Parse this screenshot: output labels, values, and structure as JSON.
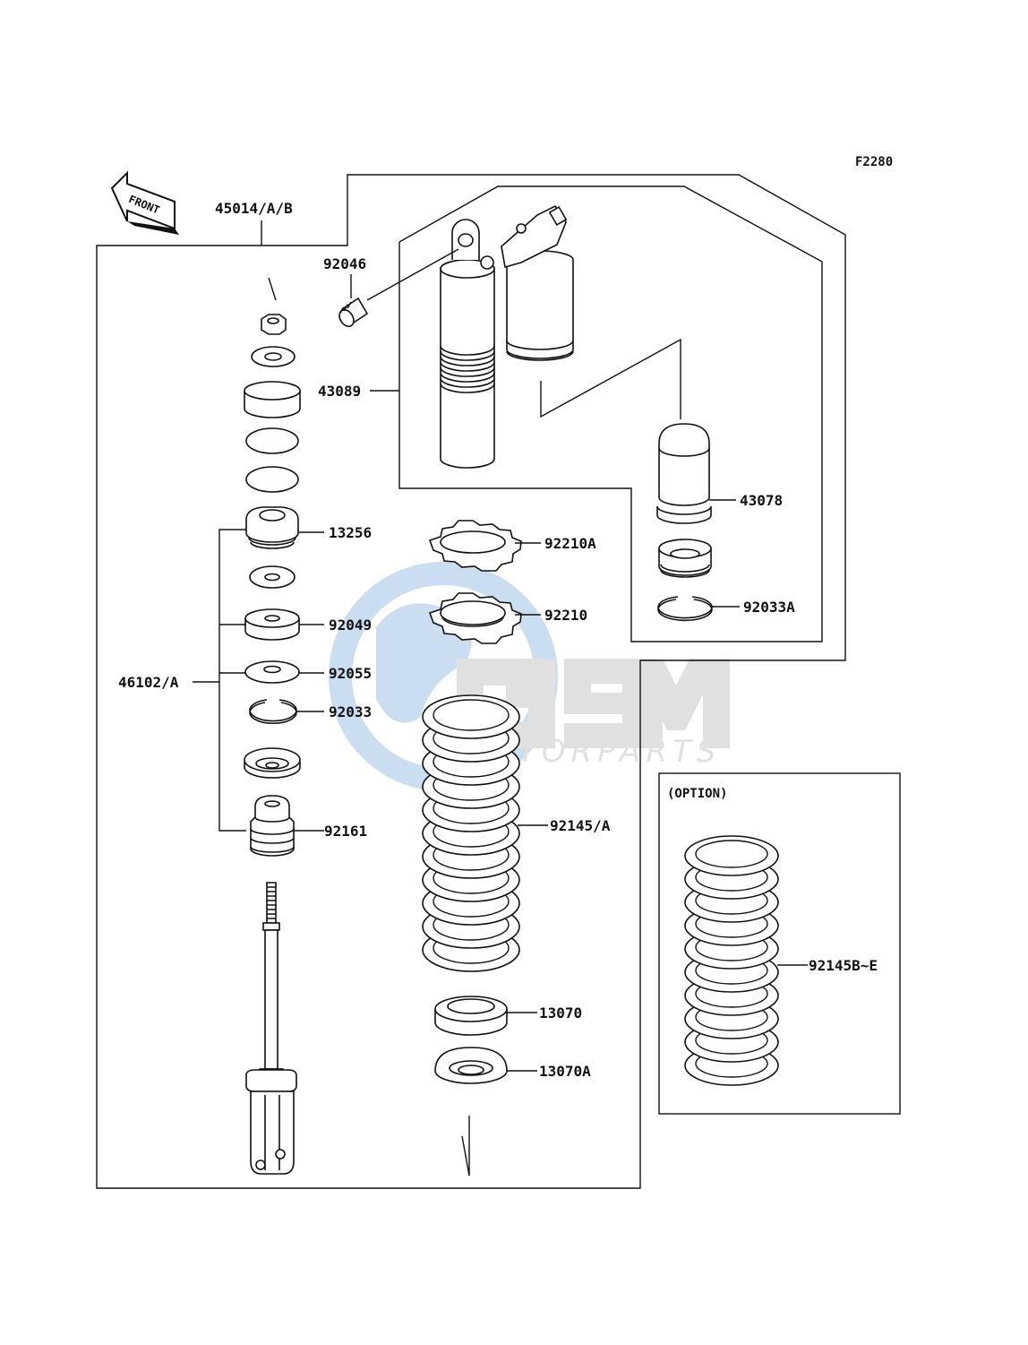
{
  "figure_code": "F2280",
  "front_label": "FRONT",
  "option_label": "(OPTION)",
  "watermark": {
    "brand": "GSM",
    "sub": "MOTORPARTS"
  },
  "parts": {
    "p45014": "45014/A/B",
    "p92046": "92046",
    "p43089": "43089",
    "p43078": "43078",
    "p92033A": "92033A",
    "p13256": "13256",
    "p92210A": "92210A",
    "p92210": "92210",
    "p92049": "92049",
    "p46102": "46102/A",
    "p92055": "92055",
    "p92033": "92033",
    "p92161": "92161",
    "p92145": "92145/A",
    "p13070": "13070",
    "p13070A": "13070A",
    "p92145BE": "92145B~E"
  },
  "colors": {
    "line": "#111111",
    "watermark_blue": "#9fc3e6",
    "watermark_gray": "#c8c8c8"
  }
}
